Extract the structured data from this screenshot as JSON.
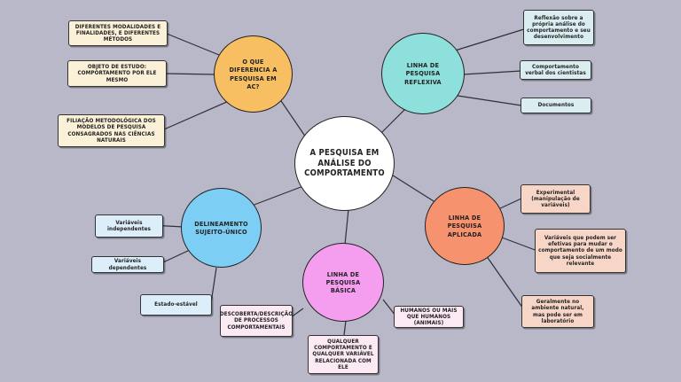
{
  "colors": {
    "background": "#b9b8c9",
    "center": "#ffffff",
    "orange": "#f8be62",
    "teal": "#8ee0dc",
    "sky": "#7dcef5",
    "salmon": "#f7926e",
    "pink": "#f59ef0"
  },
  "center": {
    "label": "A PESQUISA EM ANÁLISE DO COMPORTAMENTO"
  },
  "branches": {
    "diferencia": {
      "label": "O QUE DIFERENCIA A PESQUISA EM AC?",
      "children": [
        "DIFERENTES MODALIDADES E FINALIDADES, E DIFERENTES MÉTODOS",
        "OBJETO DE ESTUDO: COMPORTAMENTO POR ELE MESMO",
        "FILIAÇÃO METODOLÓGICA DOS MODELOS DE PESQUISA CONSAGRADOS NAS CIÊNCIAS NATURAIS"
      ]
    },
    "reflexiva": {
      "label": "LINHA DE PESQUISA REFLEXIVA",
      "children": [
        "Reflexão sobre a própria análise do comportamento e seu desenvolvimento",
        "Comportamento verbal dos cientistas",
        "Documentos"
      ]
    },
    "delineamento": {
      "label": "DELINEAMENTO SUJEITO-ÚNICO",
      "children": [
        "Variáveis independentes",
        "Variáveis dependentes",
        "Estado-estável"
      ]
    },
    "aplicada": {
      "label": "LINHA DE PESQUISA APLICADA",
      "children": [
        "Experimental (manipulação de variáveis)",
        "Variáveis que podem ser efetivas para mudar o comportamento de um modo que seja socialmente relevante",
        "Geralmente no ambiente natural, mas pode ser em laboratório"
      ]
    },
    "basica": {
      "label": "LINHA DE PESQUISA BÁSICA",
      "children": [
        "DESCOBERTA/DESCRIÇÃO DE PROCESSOS COMPORTAMENTAIS",
        "HUMANOS OU MAIS QUE HUMANOS (ANIMAIS)",
        "QUALQUER COMPORTAMENTO E QUALQUER VARIÁVEL RELACIONADA COM ELE"
      ]
    }
  }
}
